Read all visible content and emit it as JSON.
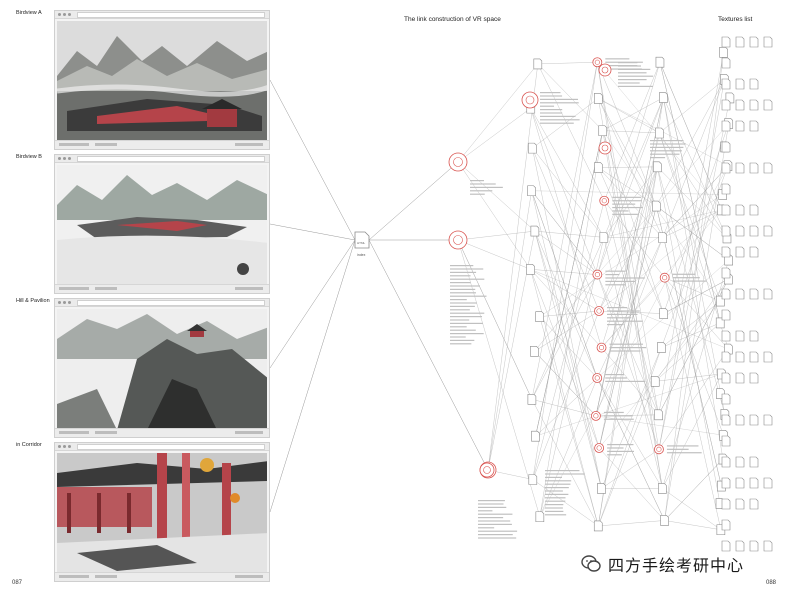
{
  "left_page": {
    "page_number": "087",
    "views": [
      {
        "label": "Birdview A"
      },
      {
        "label": "Birdview B"
      },
      {
        "label": "Hill & Pavilion"
      },
      {
        "label": "in Corridor"
      }
    ]
  },
  "right_page": {
    "page_number": "088",
    "graph_title": "The link construction of VR space",
    "textures_title": "Textures list",
    "hub_label": "index"
  },
  "watermark": {
    "text": "四方手绘考研中心"
  },
  "colors": {
    "link_line": "#9a9a9a",
    "node_circle": "#d9534f",
    "file_icon_stroke": "#8a8a8a",
    "corridor_red": "#b5444a"
  }
}
